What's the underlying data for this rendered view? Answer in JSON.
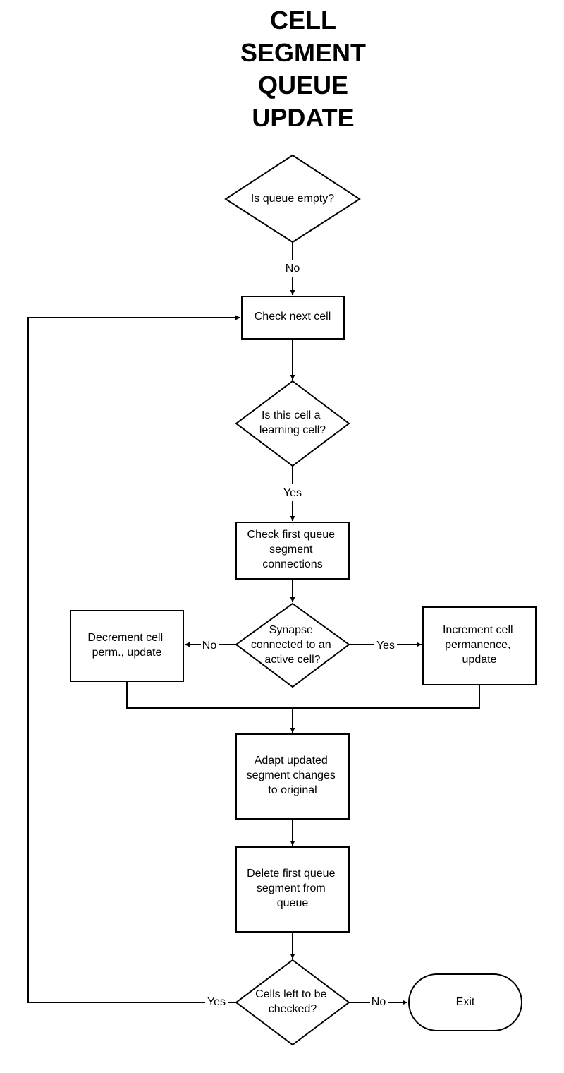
{
  "title_lines": [
    "CELL",
    "SEGMENT",
    "QUEUE",
    "UPDATE"
  ],
  "nodes": {
    "queue_empty": {
      "lines": [
        "Is queue empty?"
      ]
    },
    "check_next_cell": {
      "lines": [
        "Check next cell"
      ]
    },
    "learning_cell": {
      "lines": [
        "Is this cell a",
        "learning cell?"
      ]
    },
    "check_first_queue": {
      "lines": [
        "Check first queue",
        "segment",
        "connections"
      ]
    },
    "synapse_connected": {
      "lines": [
        "Synapse",
        "connected to an",
        "active cell?"
      ]
    },
    "decrement_cell": {
      "lines": [
        "Decrement cell",
        "perm., update"
      ]
    },
    "increment_cell": {
      "lines": [
        "Increment cell",
        "permanence,",
        "update"
      ]
    },
    "adapt_segment": {
      "lines": [
        "Adapt updated",
        "segment changes",
        "to original"
      ]
    },
    "delete_first_queue": {
      "lines": [
        "Delete first queue",
        "segment from",
        "queue"
      ]
    },
    "cells_left": {
      "lines": [
        "Cells left to be",
        "checked?"
      ]
    },
    "exit": {
      "lines": [
        "Exit"
      ]
    }
  },
  "edge_labels": {
    "queue_empty_no": "No",
    "learning_cell_yes": "Yes",
    "synapse_no": "No",
    "synapse_yes": "Yes",
    "cells_left_yes": "Yes",
    "cells_left_no": "No"
  }
}
